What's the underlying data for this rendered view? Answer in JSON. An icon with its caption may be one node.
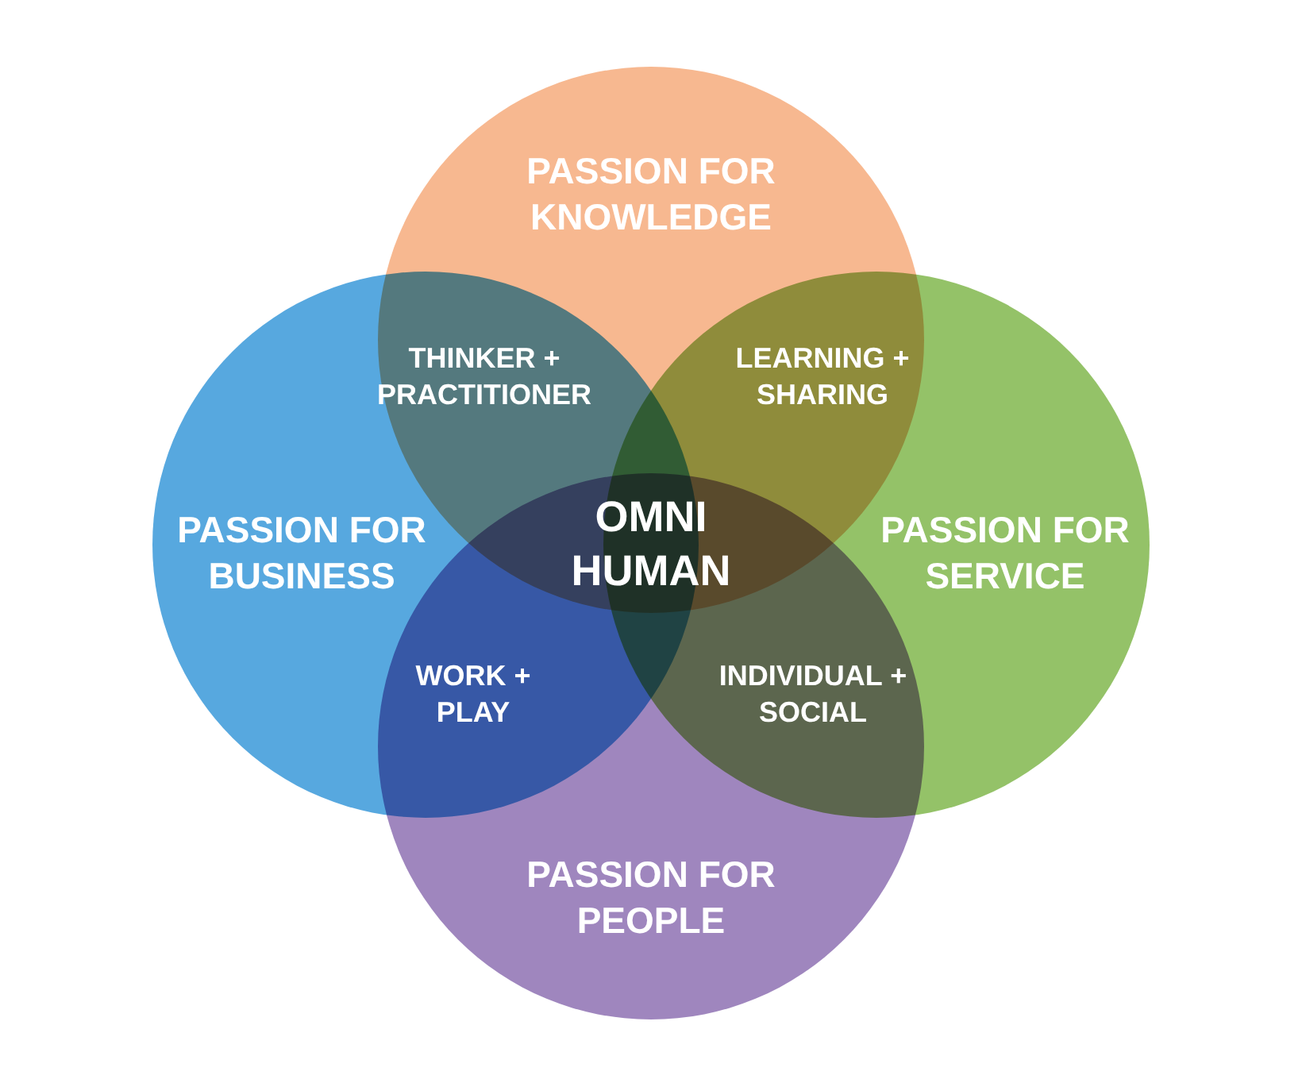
{
  "diagram": {
    "nodes": [
      {
        "text": [
          "PASSION FOR KNOWLEDGE"
        ]
      },
      {
        "text": [
          "PASSION FOR BUSINESS"
        ]
      },
      {
        "text": [
          "PASSION FOR SERVICE"
        ]
      },
      {
        "text": [
          "PASSION FOR PEOPLE"
        ]
      }
    ],
    "labels": [
      "THINKER + PRACTITIONER",
      "LEARNING + SHARING",
      "OMNI HUMAN",
      "WORK + PLAY",
      "INDIVIDUAL + SOCIAL"
    ]
  }
}
